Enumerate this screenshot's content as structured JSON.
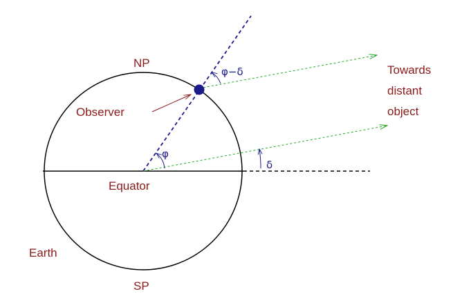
{
  "labels": {
    "north_pole": "NP",
    "south_pole": "SP",
    "observer": "Observer",
    "equator": "Equator",
    "earth": "Earth",
    "towards_line1": "Towards",
    "towards_line2": "distant",
    "towards_line3": "object"
  },
  "angles": {
    "phi": "φ",
    "delta": "δ",
    "phi_minus_delta": "φ−δ"
  },
  "colors": {
    "label_red": "#8b1a1a",
    "angle_blue": "#1a1a8b",
    "ray_green": "#22aa22",
    "outline_black": "#000000"
  }
}
